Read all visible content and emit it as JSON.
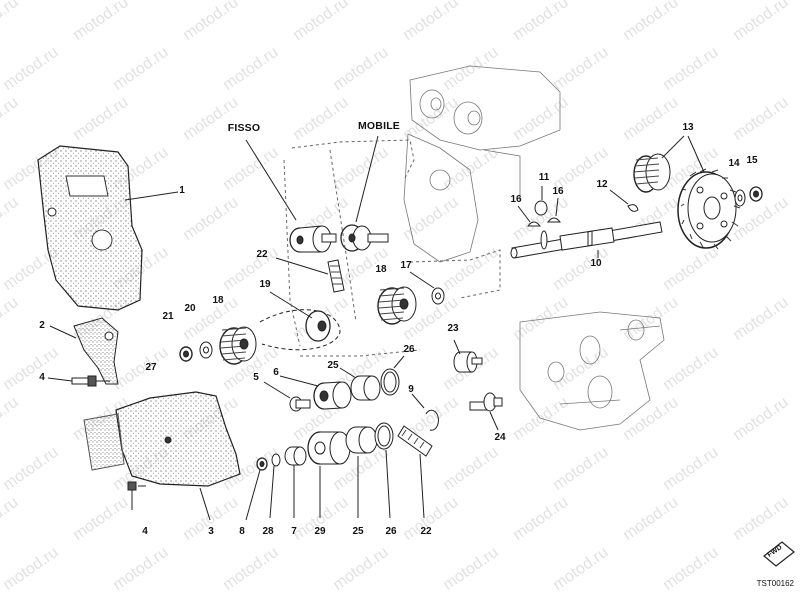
{
  "watermark": "motod.ru",
  "drawing_code": "TST00162",
  "fwd_badge": "FWD",
  "callouts": {
    "fisso": "FISSO",
    "mobile": "MOBILE",
    "c1": "1",
    "c2": "2",
    "c4a": "4",
    "c4b": "4",
    "c3": "3",
    "c5": "5",
    "c6": "6",
    "c7": "7",
    "c8": "8",
    "c9": "9",
    "c10": "10",
    "c11": "11",
    "c12": "12",
    "c13": "13",
    "c14": "14",
    "c15": "15",
    "c16a": "16",
    "c16b": "16",
    "c17": "17",
    "c18a": "18",
    "c18b": "18",
    "c19": "19",
    "c20": "20",
    "c21": "21",
    "c22a": "22",
    "c22b": "22",
    "c23": "23",
    "c24": "24",
    "c25a": "25",
    "c25b": "25",
    "c26a": "26",
    "c26b": "26",
    "c27": "27",
    "c28": "28",
    "c29": "29"
  }
}
